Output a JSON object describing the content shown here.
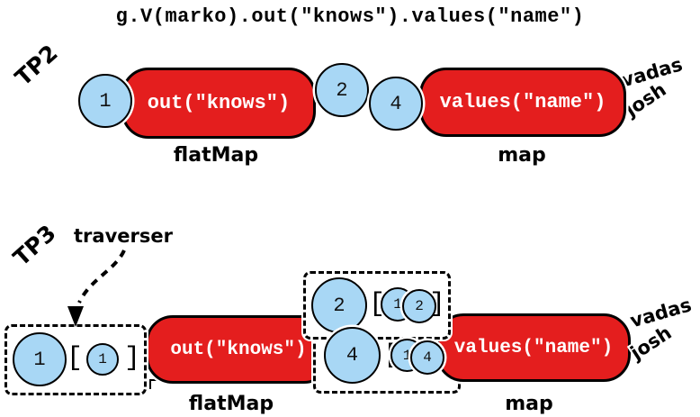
{
  "title": "g.V(marko).out(\"knows\").values(\"name\")",
  "colors": {
    "step_red": "#E41E1E",
    "traverser_blue": "#A8D7F5",
    "ink": "#000000"
  },
  "tp2": {
    "label": "TP2",
    "input_traverser": "1",
    "step1": "out(\"knows\")",
    "mid_traverser_a": "2",
    "mid_traverser_b": "4",
    "step2": "values(\"name\")",
    "result1": "vadas",
    "result2": "josh",
    "step1_kind": "flatMap",
    "step2_kind": "map"
  },
  "tp3": {
    "label": "TP3",
    "traverser_callout": "traverser",
    "input_box": {
      "big": "1",
      "open": "[",
      "small1": "1",
      "close": "]"
    },
    "step1": "out(\"knows\")",
    "mid_box_top": {
      "big": "2",
      "open": "[",
      "small1": "1",
      "small2": "2",
      "close": "]"
    },
    "mid_box_bottom": {
      "big": "4",
      "open": "[",
      "small1": "1",
      "small2": "4"
    },
    "step2": "values(\"name\")",
    "result1": "vadas",
    "result2": "josh",
    "step1_kind": "flatMap",
    "step2_kind": "map"
  }
}
